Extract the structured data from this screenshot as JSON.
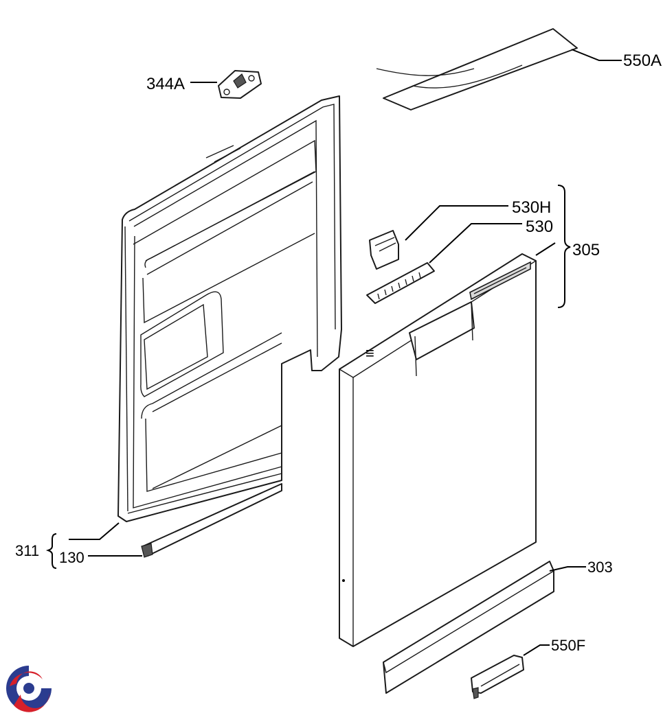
{
  "callouts": {
    "p550A": "550A",
    "p344A": "344A",
    "p530H": "530H",
    "p530": "530",
    "p305": "305",
    "p311": "311",
    "p130": "130",
    "p303": "303",
    "p550F": "550F"
  },
  "colors": {
    "line": "#1a1a1a",
    "logo_red": "#d6202a",
    "logo_blue": "#2b3c8f"
  },
  "icons": {
    "logo": "brand-swirl-logo"
  }
}
